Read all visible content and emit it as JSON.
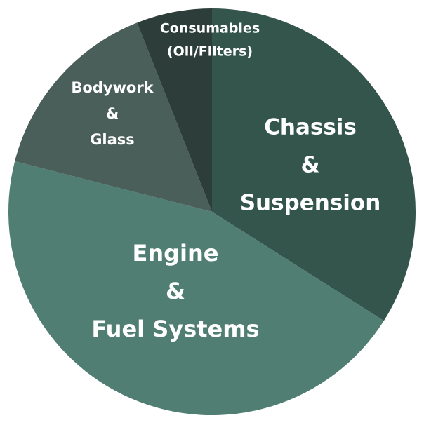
{
  "chart_data": {
    "type": "pie",
    "start_angle_deg": 0,
    "direction": "clockwise",
    "categories": [
      "Chassis & Suspension",
      "Engine & Fuel Systems",
      "Bodywork & Glass",
      "Consumables (Oil/Filters)"
    ],
    "values": [
      34,
      45,
      15,
      6
    ],
    "colors": [
      "#33554b",
      "#507e73",
      "#4a5f59",
      "#2d3d39"
    ],
    "slices": [
      {
        "label_lines": [
          "Chassis",
          "&",
          "Suspension"
        ]
      },
      {
        "label_lines": [
          "Engine",
          "&",
          "Fuel Systems"
        ]
      },
      {
        "label_lines": [
          "Bodywork",
          "&",
          "Glass"
        ]
      },
      {
        "label_lines": [
          "Consumables",
          "(Oil/Filters)"
        ]
      }
    ]
  }
}
